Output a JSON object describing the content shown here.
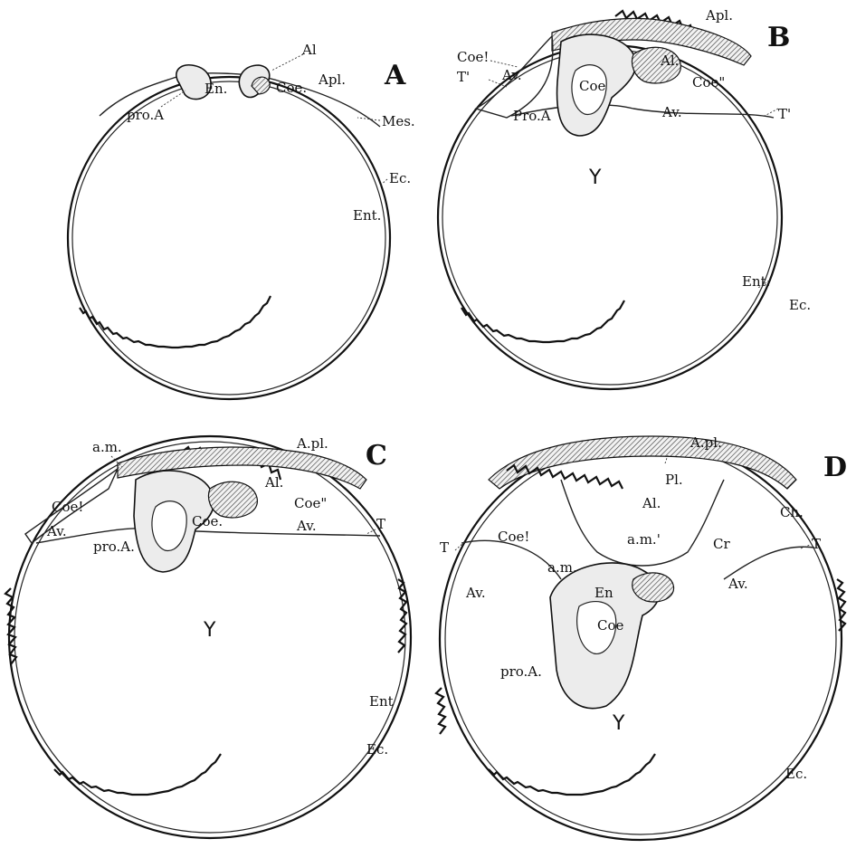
{
  "panels": {
    "a": {
      "letter": "A",
      "labels": {
        "al": "Al",
        "apl": "Apl.",
        "en": "En.",
        "coe2": "Coe.",
        "pro_a": "pro.A",
        "mes": "Mes.",
        "ec": "Ec.",
        "ent": "Ent."
      }
    },
    "b": {
      "letter": "B",
      "labels": {
        "apl": "Apl.",
        "coe1": "Coe!",
        "t_left": "T'",
        "av_left": "Av.",
        "coe": "Coe",
        "al": "Al.",
        "coe2": "Coe\"",
        "pro_a": "Pro.A",
        "av_right": "Av.",
        "t_right": "T'",
        "y": "Y",
        "ent": "Ent.",
        "ec": "Ec."
      }
    },
    "c": {
      "letter": "C",
      "labels": {
        "am": "a.m.",
        "apl": "A.pl.",
        "coe1": "Coe!",
        "al": "Al.",
        "coe": "Coe.",
        "coe2": "Coe\"",
        "av_left": "Av.",
        "av_right": "Av.",
        "t": "T",
        "pro_a": "pro.A.",
        "y": "Y",
        "ent": "Ent",
        "ec": "Ec."
      }
    },
    "d": {
      "letter": "D",
      "labels": {
        "apl": "A.pl.",
        "pl": "Pl.",
        "al": "Al.",
        "ch": "Ch.",
        "coe1": "Coe!",
        "am_prime": "a.m.'",
        "cr": "Cr",
        "t_left": "T",
        "t_right": "T",
        "am": "a.m.",
        "en": "En",
        "av_left": "Av.",
        "av_right": "Av.",
        "coe": "Coe",
        "pro_a": "pro.A.",
        "y": "Y",
        "ec": "Ec."
      }
    }
  }
}
